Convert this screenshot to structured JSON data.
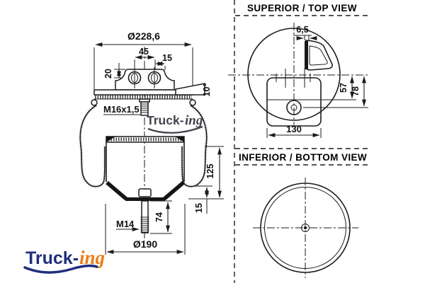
{
  "side_view": {
    "dim_top_diameter": "Ø228,6",
    "dim_bolt_spacing": "45",
    "dim_bolt_offset": "15",
    "dim_boss_height": "20",
    "label_top_thread": "M16x1,5",
    "dim_fitting_angle": "10°",
    "dim_body_height": "125",
    "dim_base_height": "15",
    "dim_stud_length": "74",
    "label_bottom_thread": "M14",
    "dim_bottom_diameter": "Ø190"
  },
  "top_view": {
    "title": "SUPERIOR / TOP VIEW",
    "dim_fitting_thickness": "6,5",
    "dim_hole_offset_inner": "57",
    "dim_hole_offset_outer": "78",
    "dim_plate_width": "130"
  },
  "bottom_view": {
    "title": "INFERIOR / BOTTOM VIEW"
  },
  "logo": {
    "word": "Truck-",
    "suffix": "ing"
  },
  "colors": {
    "line": "#1c1c1c",
    "logo_navy": "#202e7c",
    "logo_orange": "#ee7d17",
    "watermark_gray": "#43434d"
  }
}
